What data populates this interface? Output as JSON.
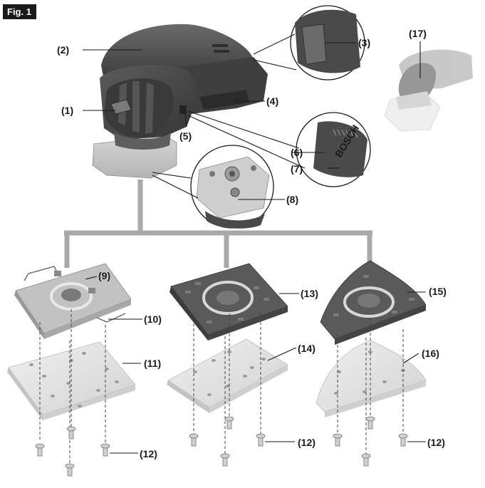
{
  "figure": {
    "tag": "Fig. 1"
  },
  "callouts": {
    "c1": "(1)",
    "c2": "(2)",
    "c3": "(3)",
    "c4": "(4)",
    "c5": "(5)",
    "c6": "(6)",
    "c7": "(7)",
    "c8": "(8)",
    "c9": "(9)",
    "c10": "(10)",
    "c11": "(11)",
    "c12a": "(12)",
    "c12b": "(12)",
    "c12c": "(12)",
    "c13": "(13)",
    "c14": "(14)",
    "c15": "(15)",
    "c16": "(16)",
    "c17": "(17)"
  },
  "brand": {
    "logo_text": "BOSCH"
  },
  "colors": {
    "body_dark": "#4a4a4a",
    "body_mid": "#6d6d6d",
    "base_light": "#c9c9c9",
    "pad_light": "#e3e3e3",
    "connector": "#a9a9a9"
  }
}
